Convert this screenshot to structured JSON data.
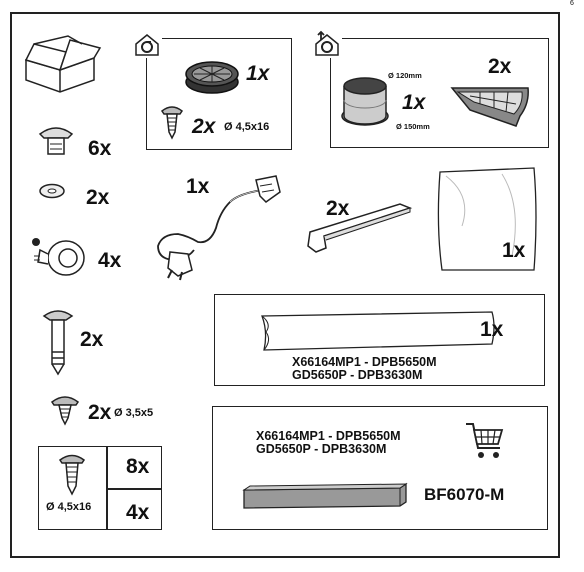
{
  "corner_mark": "6",
  "items": {
    "washer_screw_qty": "6x",
    "washer_qty": "2x",
    "wall_plug_qty": "4x",
    "pin_qty": "2x",
    "small_screw_qty": "2x",
    "small_screw_dim": "Ø 3,5x5",
    "filter_qty": "1x",
    "filter_screw_qty": "2x",
    "filter_screw_dim": "Ø 4,5x16",
    "flange_qty": "1x",
    "flange_dim_top": "Ø 120mm",
    "flange_dim_bottom": "Ø 150mm",
    "valve_qty": "2x",
    "cable_qty": "1x",
    "bracket_qty": "2x",
    "sheet_qty": "1x",
    "strip_qty": "1x",
    "box_screw_dim": "Ø 4,5x16",
    "box_screw_qty_top": "8x",
    "box_screw_qty_bottom": "4x"
  },
  "strip_panel": {
    "models": [
      "X66164MP1 - DPB5650M",
      "GD5650P - DPB3630M"
    ]
  },
  "accessory_panel": {
    "models": [
      "X66164MP1 - DPB5650M",
      "GD5650P - DPB3630M"
    ],
    "part_code": "BF6070-M",
    "icon": "shopping-cart-icon"
  },
  "icons": [
    "cardboard-box-icon",
    "recirculation-mode-icon",
    "ducted-mode-icon"
  ]
}
